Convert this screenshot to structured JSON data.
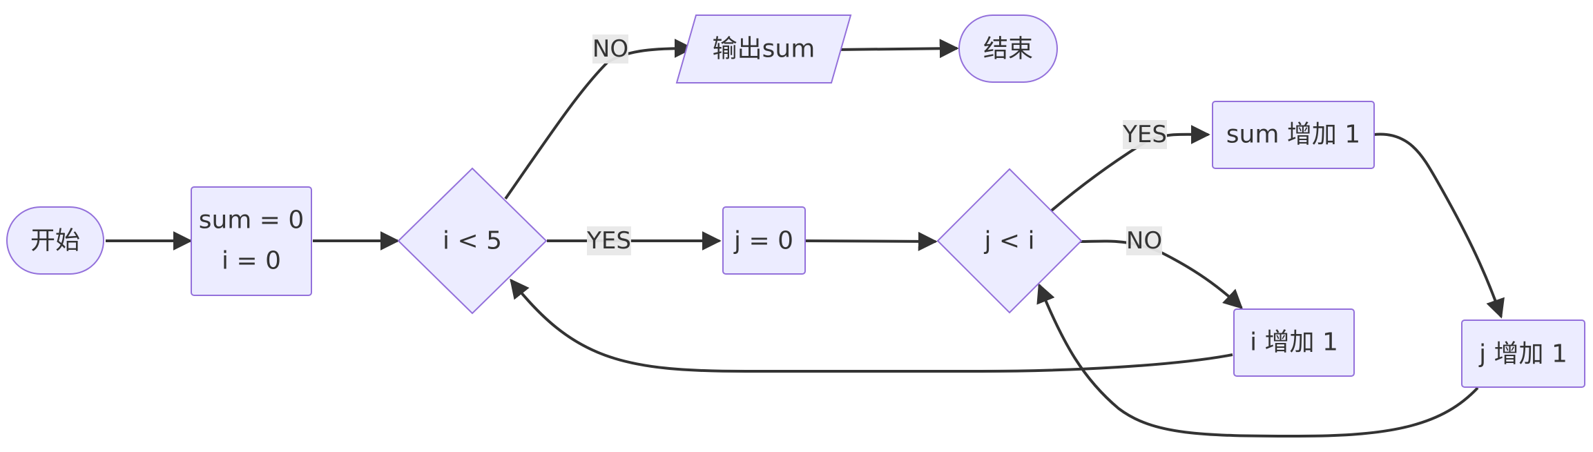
{
  "diagram": {
    "type": "flowchart",
    "colors": {
      "node_fill": "#ececff",
      "node_stroke": "#9370db",
      "edge": "#333333",
      "label_bg": "#e8e8e8",
      "text": "#333333"
    },
    "nodes": {
      "start": {
        "label": "开始",
        "shape": "stadium"
      },
      "init": {
        "label_line1": "sum = 0",
        "label_line2": "i = 0",
        "shape": "rect"
      },
      "cond_i": {
        "label": "i < 5",
        "shape": "diamond"
      },
      "output": {
        "label": "输出sum",
        "shape": "parallelogram"
      },
      "end": {
        "label": "结束",
        "shape": "stadium"
      },
      "init_j": {
        "label": "j = 0",
        "shape": "rect"
      },
      "cond_j": {
        "label": "j < i",
        "shape": "diamond"
      },
      "sum_inc": {
        "label": "sum 增加 1",
        "shape": "rect"
      },
      "i_inc": {
        "label": "i 增加 1",
        "shape": "rect"
      },
      "j_inc": {
        "label": "j 增加 1",
        "shape": "rect"
      }
    },
    "edges": [
      {
        "from": "start",
        "to": "init",
        "label": ""
      },
      {
        "from": "init",
        "to": "cond_i",
        "label": ""
      },
      {
        "from": "cond_i",
        "to": "output",
        "label": "NO"
      },
      {
        "from": "output",
        "to": "end",
        "label": ""
      },
      {
        "from": "cond_i",
        "to": "init_j",
        "label": "YES"
      },
      {
        "from": "init_j",
        "to": "cond_j",
        "label": ""
      },
      {
        "from": "cond_j",
        "to": "sum_inc",
        "label": "YES"
      },
      {
        "from": "cond_j",
        "to": "i_inc",
        "label": "NO"
      },
      {
        "from": "sum_inc",
        "to": "j_inc",
        "label": ""
      },
      {
        "from": "i_inc",
        "to": "cond_i",
        "label": ""
      },
      {
        "from": "j_inc",
        "to": "cond_j",
        "label": ""
      }
    ]
  }
}
